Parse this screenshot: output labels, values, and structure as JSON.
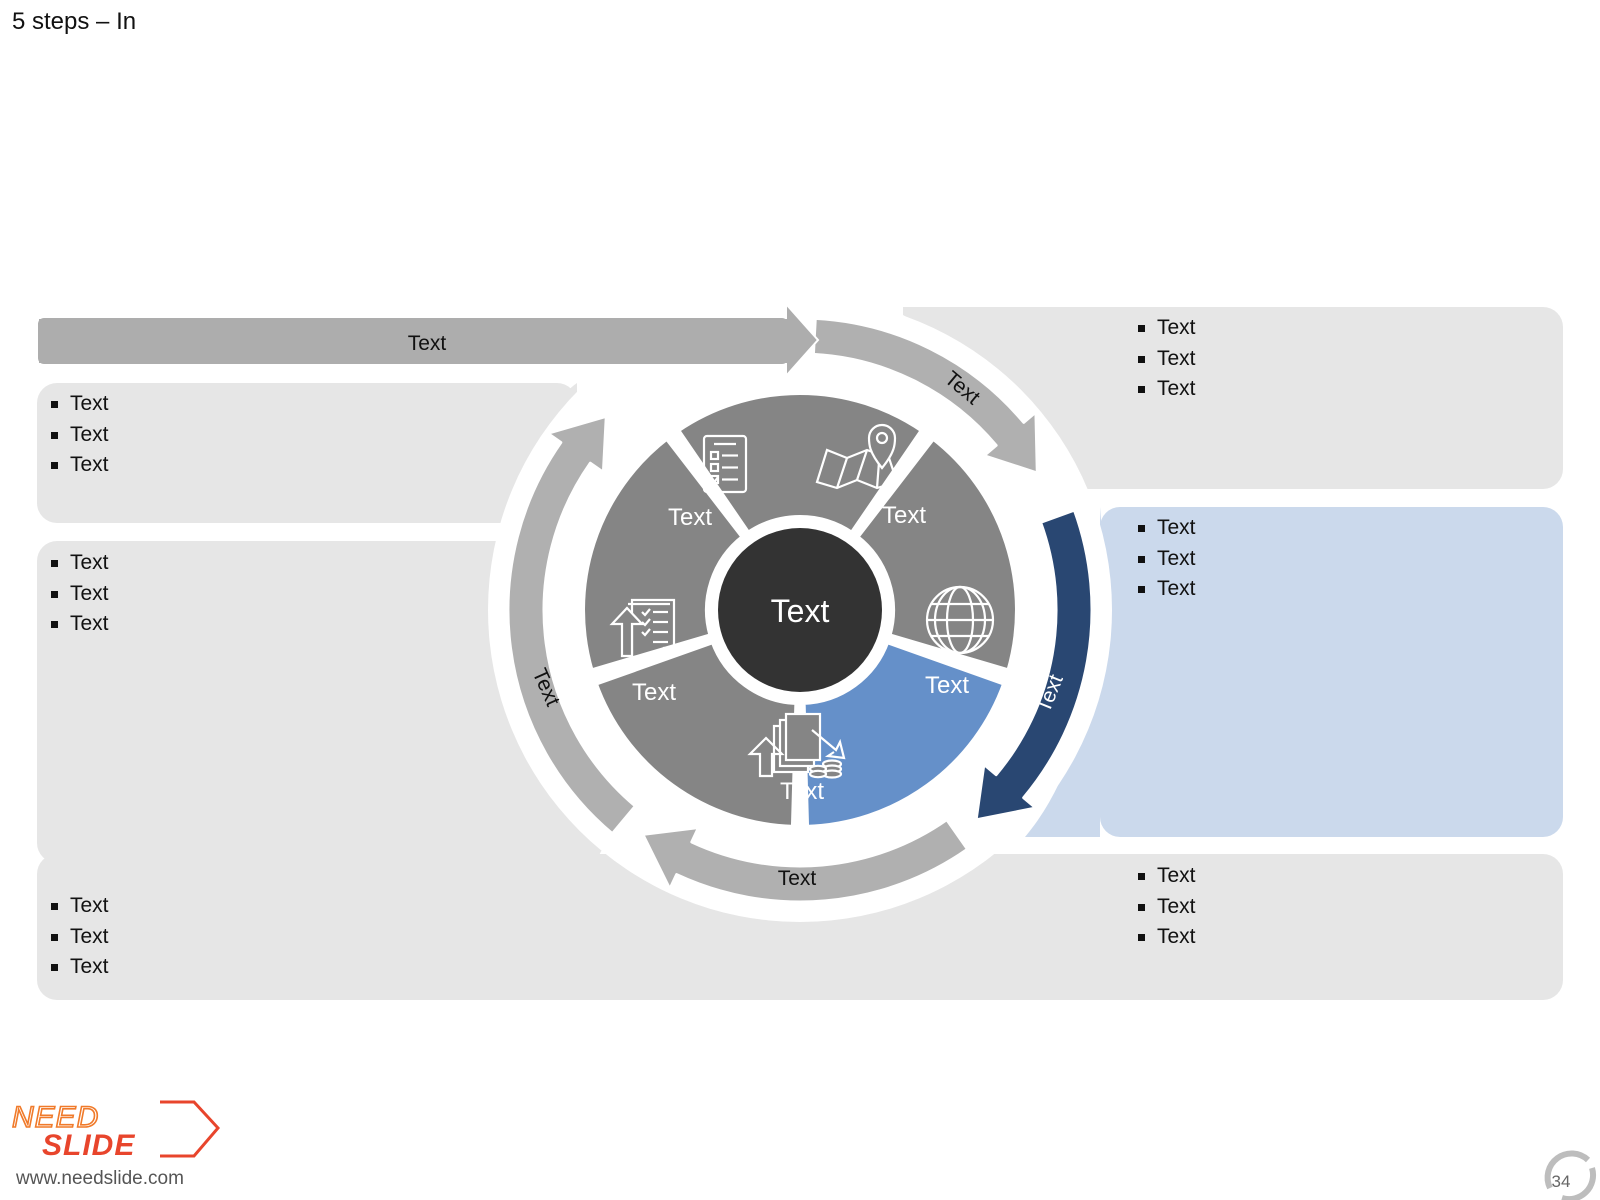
{
  "title": "5 steps – In",
  "diagram": {
    "center_label": "Text",
    "segments": [
      {
        "label": "Text",
        "icon": "checklist-icon",
        "color": "#858585"
      },
      {
        "label": "Text",
        "icon": "map-pin-icon",
        "color": "#858585"
      },
      {
        "label": "Text",
        "icon": "globe-icon",
        "color": "#6590c9"
      },
      {
        "label": "Text",
        "icon": "money-documents-icon",
        "color": "#858585"
      },
      {
        "label": "Text",
        "icon": "upload-document-icon",
        "color": "#858585"
      }
    ],
    "arrows": [
      {
        "label": "Text",
        "color": "#b0b0b0"
      },
      {
        "label": "Text",
        "color": "#294772"
      },
      {
        "label": "Text",
        "color": "#b0b0b0"
      },
      {
        "label": "Text",
        "color": "#b0b0b0"
      }
    ],
    "top_arrow_label": "Text"
  },
  "panels": {
    "top_right": [
      "Text",
      "Text",
      "Text"
    ],
    "left_1": [
      "Text",
      "Text",
      "Text"
    ],
    "right_blue": [
      "Text",
      "Text",
      "Text"
    ],
    "left_2": [
      "Text",
      "Text",
      "Text"
    ],
    "bottom_left": [
      "Text",
      "Text",
      "Text"
    ],
    "bottom_right": [
      "Text",
      "Text",
      "Text"
    ]
  },
  "colors": {
    "panel_gray": "#e6e6e6",
    "panel_blue": "#cbd9ec",
    "arrow_gray": "#b0b0b0",
    "highlight_blue": "#6590c9",
    "highlight_dark": "#294772",
    "segment_gray": "#858585",
    "center": "#333333"
  },
  "footer": {
    "logo_line1": "NEED",
    "logo_line2": "SLIDE",
    "url": "www.needslide.com",
    "page_number": "34"
  }
}
